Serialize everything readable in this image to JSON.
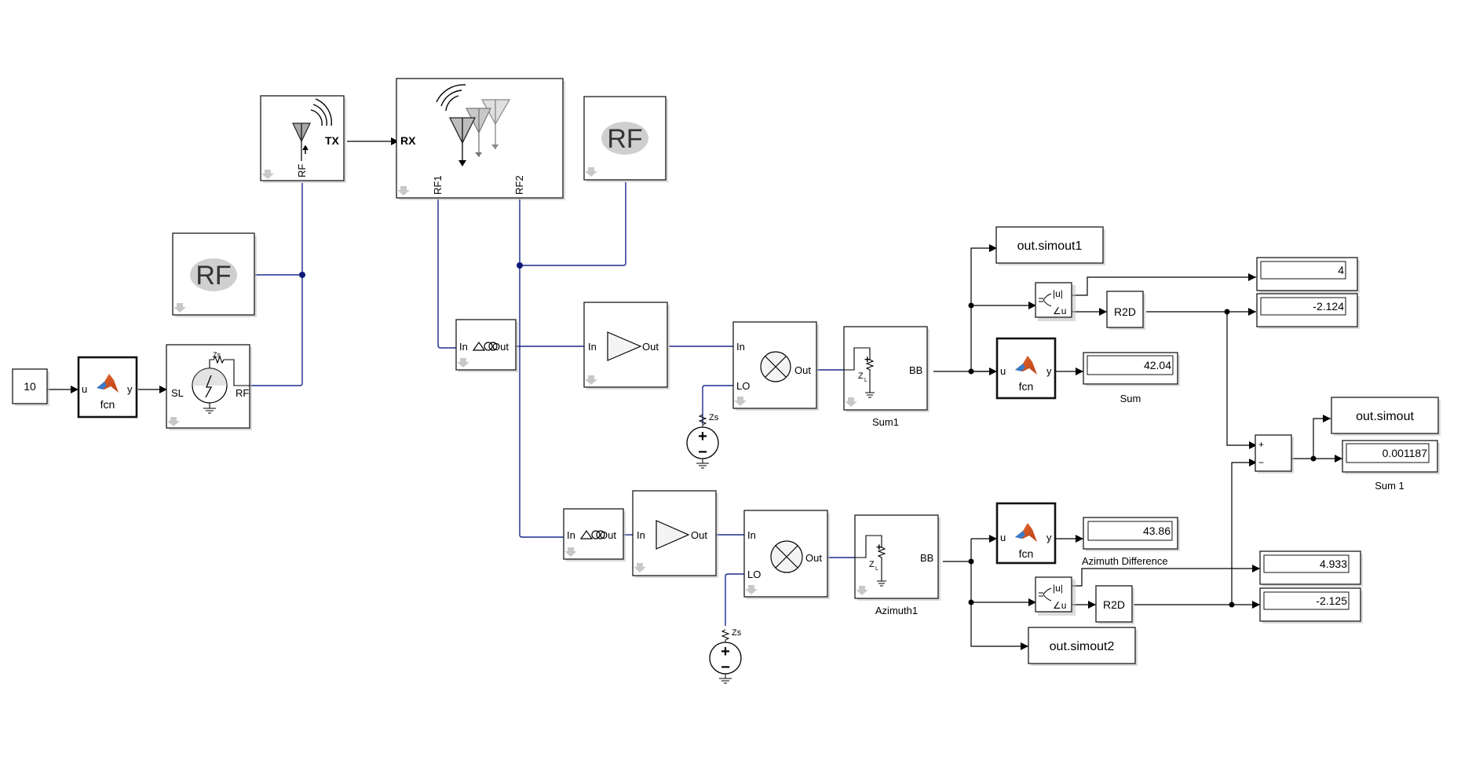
{
  "diagram": {
    "constant": {
      "value": "10"
    },
    "fcn_blocks": [
      {
        "id": "fcn-input",
        "in_port": "u",
        "out_port": "y",
        "label": "fcn"
      },
      {
        "id": "fcn-sum",
        "in_port": "u",
        "out_port": "y",
        "label": "fcn"
      },
      {
        "id": "fcn-azimuth",
        "in_port": "u",
        "out_port": "y",
        "label": "fcn"
      }
    ],
    "source": {
      "in_port": "SL",
      "out_port": "RF",
      "impedance": "Zs"
    },
    "rf_config_blocks": [
      {
        "id": "rf-config-left",
        "label": "RF"
      },
      {
        "id": "rf-config-top",
        "label": "RF"
      }
    ],
    "transmitter": {
      "out_port": "TX",
      "rf_port": "RF"
    },
    "receiver": {
      "in_port": "RX",
      "rf_ports": [
        "RF1",
        "RF2"
      ]
    },
    "phase_shifters": [
      {
        "id": "phase-shift-1",
        "in_port": "In",
        "out_port": "Out"
      },
      {
        "id": "phase-shift-2",
        "in_port": "In",
        "out_port": "Out"
      }
    ],
    "amplifiers": [
      {
        "id": "amp-1",
        "in_port": "In",
        "out_port": "Out"
      },
      {
        "id": "amp-2",
        "in_port": "In",
        "out_port": "Out"
      }
    ],
    "mixers": [
      {
        "id": "mixer-1",
        "in_port": "In",
        "lo_port": "LO",
        "out_port": "Out"
      },
      {
        "id": "mixer-2",
        "in_port": "In",
        "lo_port": "LO",
        "out_port": "Out"
      }
    ],
    "lo_sources": [
      {
        "id": "lo-source-1",
        "impedance": "Zs",
        "plus": "+",
        "minus": "−"
      },
      {
        "id": "lo-source-2",
        "impedance": "Zs",
        "plus": "+",
        "minus": "−"
      }
    ],
    "outports": [
      {
        "id": "sum1",
        "port": "BB",
        "load": "Z",
        "load_sub": "L",
        "plus": "+",
        "name": "Sum1"
      },
      {
        "id": "azimuth1",
        "port": "BB",
        "load": "Z",
        "load_sub": "L",
        "plus": "+",
        "name": "Azimuth1"
      }
    ],
    "complex_to_mag_angle": [
      {
        "id": "c2ma-1",
        "mag": "|u|",
        "ang": "∠u"
      },
      {
        "id": "c2ma-2",
        "mag": "|u|",
        "ang": "∠u"
      }
    ],
    "r2d": [
      {
        "id": "r2d-1",
        "label": "R2D"
      },
      {
        "id": "r2d-2",
        "label": "R2D"
      }
    ],
    "to_workspace": [
      {
        "id": "simout1",
        "label": "out.simout1"
      },
      {
        "id": "simout",
        "label": "out.simout"
      },
      {
        "id": "simout2",
        "label": "out.simout2"
      }
    ],
    "displays": [
      {
        "id": "disp-mag-1",
        "value": "4",
        "name": ""
      },
      {
        "id": "disp-ang-1",
        "value": "-2.124",
        "name": ""
      },
      {
        "id": "disp-sum",
        "value": "42.04",
        "name": "Sum"
      },
      {
        "id": "disp-sum-1",
        "value": "0.001187",
        "name": "Sum 1"
      },
      {
        "id": "disp-azimuth",
        "value": "43.86",
        "name": "Azimuth Difference"
      },
      {
        "id": "disp-mag-2",
        "value": "4.933",
        "name": ""
      },
      {
        "id": "disp-ang-2",
        "value": "-2.125",
        "name": ""
      }
    ],
    "sum_block": {
      "plus": "+",
      "minus": "−"
    }
  }
}
